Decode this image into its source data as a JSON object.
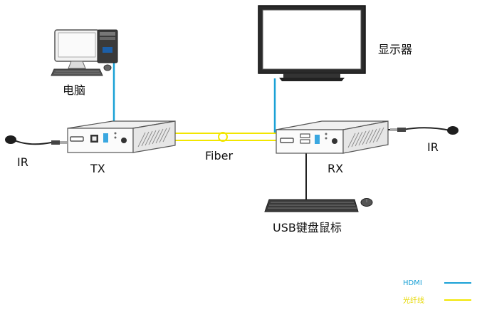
{
  "labels": {
    "computer": "电脑",
    "monitor": "显示器",
    "tx": "TX",
    "rx": "RX",
    "fiber": "Fiber",
    "ir_left": "IR",
    "ir_right": "IR",
    "usb_kbm": "USB键盘鼠标"
  },
  "legend": {
    "hdmi": "HDMI",
    "fiber_cn": "光纤线"
  },
  "colors": {
    "hdmi_line": "#1aa1d6",
    "fiber_line": "#f2e600",
    "device_edge": "#555555",
    "text": "#111111"
  }
}
